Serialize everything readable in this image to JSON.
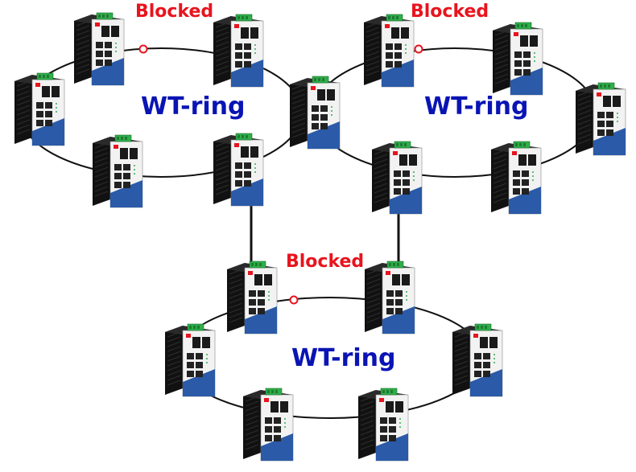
{
  "colors": {
    "ring_label": "#0a14b4",
    "blocked_label": "#e8141e",
    "cable": "#111111",
    "blocked_marker": "#e8141e",
    "switch_body_dark": "#1a1a1a",
    "switch_front": "#f2f2f2",
    "switch_accent": "#2a5aa8",
    "terminal_green": "#2fae4a"
  },
  "rings": [
    {
      "id": "ring-top-left",
      "label": "WT-ring",
      "blocked_text": "Blocked"
    },
    {
      "id": "ring-top-right",
      "label": "WT-ring",
      "blocked_text": "Blocked"
    },
    {
      "id": "ring-bottom",
      "label": "WT-ring",
      "blocked_text": "Blocked"
    }
  ],
  "device": {
    "icon": "industrial-ethernet-switch-icon"
  }
}
